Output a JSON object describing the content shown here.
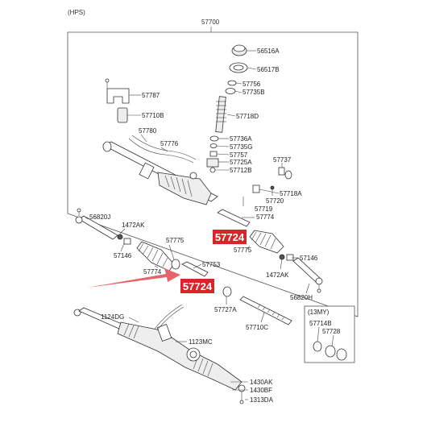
{
  "header": {
    "system_label": "(HPS)",
    "assembly_number": "57700"
  },
  "highlight_color": "#d9252a",
  "arrow_color": "#e8626a",
  "labels": {
    "p56516A": "56516A",
    "p56517B": "56517B",
    "p57756": "57756",
    "p57735B": "57735B",
    "p57787": "57787",
    "p57718D": "57718D",
    "p57710B": "57710B",
    "p57780": "57780",
    "p57736A": "57736A",
    "p57776": "57776",
    "p57735G": "57735G",
    "p57757": "57757",
    "p57725A": "57725A",
    "p57712B": "57712B",
    "p57737": "57737",
    "p57720": "57720",
    "p57718A": "57718A",
    "p57719": "57719",
    "p56820J": "56820J",
    "p1472AK_l": "1472AK",
    "p57774_r": "57774",
    "p57775_l": "57775",
    "p57146_l": "57146",
    "p57774_l": "57774",
    "p57753": "57753",
    "p57775_r": "57775",
    "p57146_r": "57146",
    "p1472AK_r": "1472AK",
    "p56820H": "56820H",
    "p57727A": "57727A",
    "p57710C": "57710C",
    "p13MY": "(13MY)",
    "p57714B": "57714B",
    "p57728": "57728",
    "p1124DG": "1124DG",
    "p1123MC": "1123MC",
    "p1430AK": "1430AK",
    "p1430BF": "1430BF",
    "p1313DA": "1313DA"
  },
  "highlights": {
    "upper": "57724",
    "lower": "57724"
  }
}
